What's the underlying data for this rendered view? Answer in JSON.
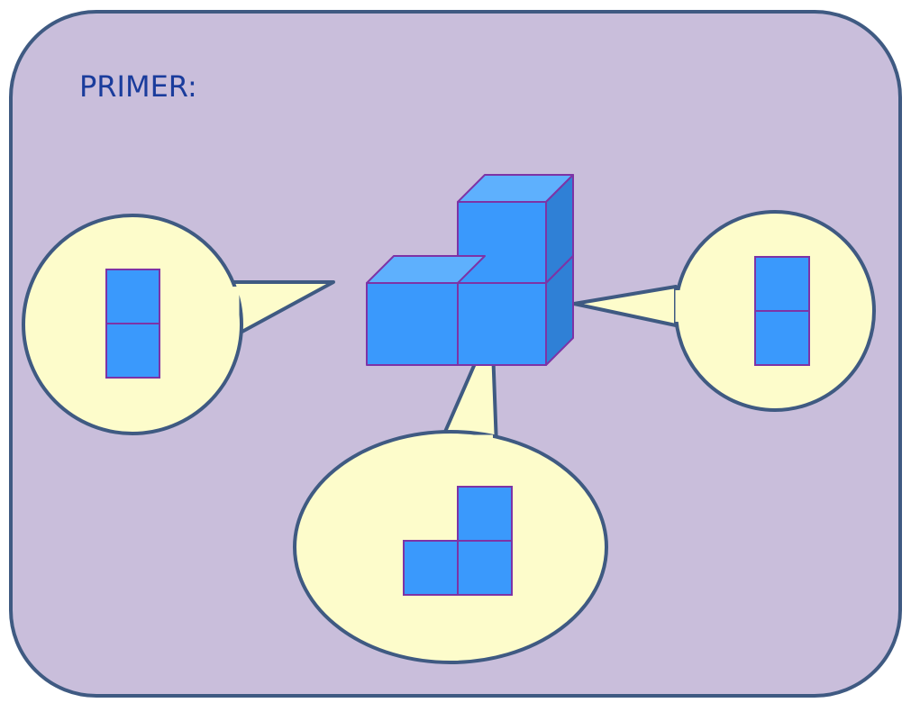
{
  "title": "PRIMER:",
  "colors": {
    "panel_fill": "#c9bedb",
    "panel_stroke": "#3f5a82",
    "bubble_fill": "#fdfccb",
    "bubble_stroke": "#3f5a82",
    "cube_front": "#3a99fc",
    "cube_top": "#5eb0fd",
    "cube_side": "#2f80d6",
    "cube_edge": "#7d33a6",
    "title_color": "#1a3c9c"
  },
  "views": [
    {
      "name": "left-view",
      "icon": "two-stacked-squares"
    },
    {
      "name": "right-view",
      "icon": "two-stacked-squares"
    },
    {
      "name": "front-view",
      "icon": "l-shaped-three-squares"
    }
  ]
}
